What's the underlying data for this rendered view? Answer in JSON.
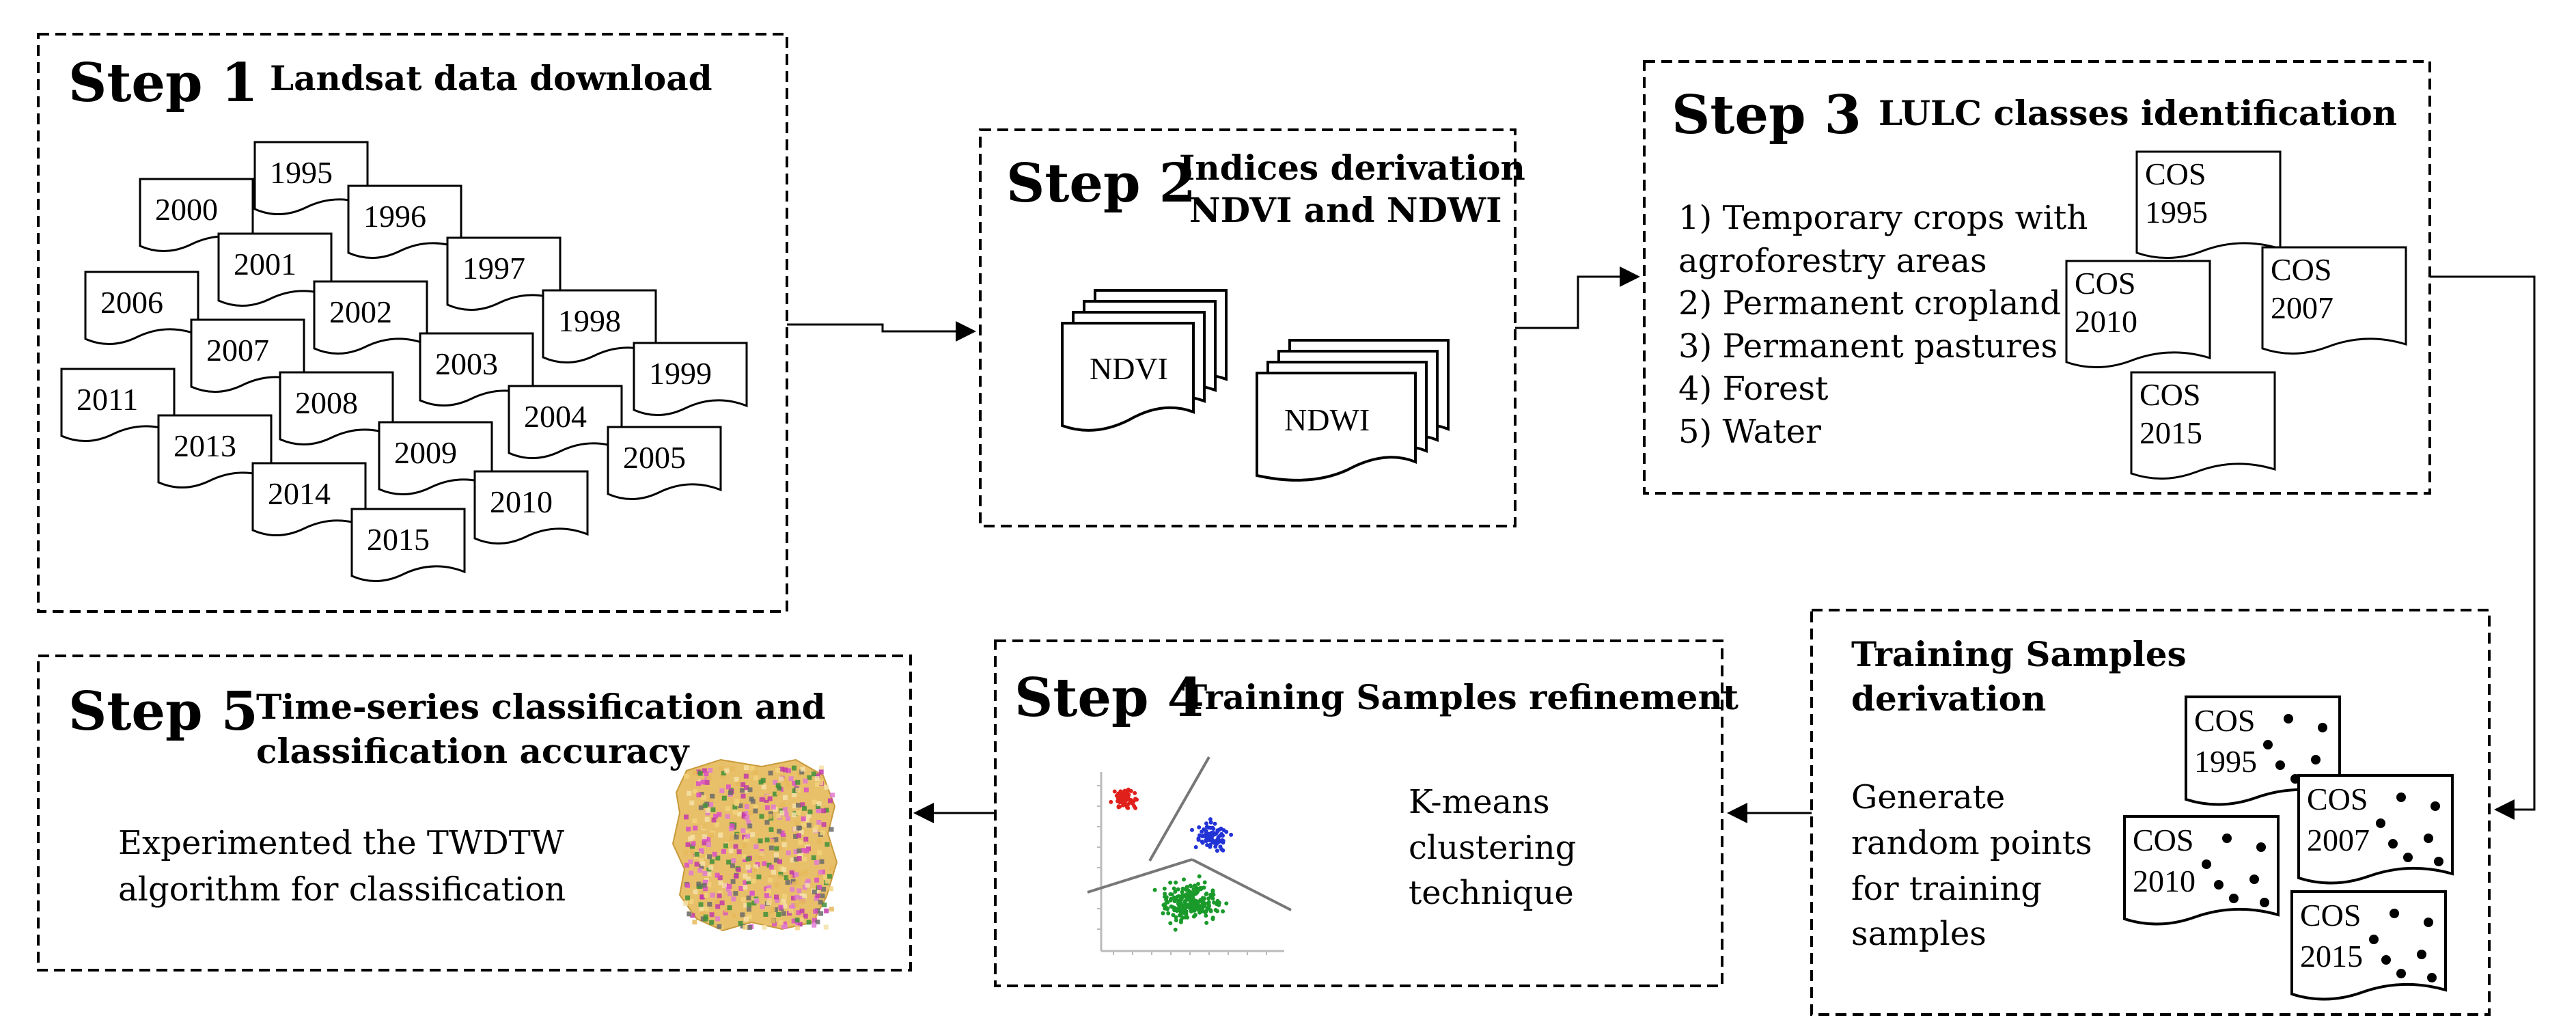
{
  "steps": {
    "step1": {
      "label": "Step 1",
      "title": "Landsat data download",
      "years": [
        "1995",
        "2000",
        "1996",
        "2001",
        "1997",
        "2006",
        "2002",
        "1998",
        "2007",
        "2003",
        "1999",
        "2011",
        "2008",
        "2004",
        "2013",
        "2009",
        "2005",
        "2014",
        "2010",
        "2015"
      ]
    },
    "step2": {
      "label": "Step 2",
      "title_line1": "Indices derivation",
      "title_line2": "NDVI and NDWI",
      "doc1": "NDVI",
      "doc2": "NDWI"
    },
    "step3": {
      "label": "Step 3",
      "title": "LULC classes identification",
      "classes": [
        "1) Temporary crops with",
        "agroforestry areas",
        "2) Permanent cropland",
        "3) Permanent pastures",
        "4) Forest",
        "5) Water"
      ],
      "cos_prefix": "COS",
      "cos_years": [
        "1995",
        "2010",
        "2007",
        "2015"
      ]
    },
    "training": {
      "title_line1": "Training Samples",
      "title_line2": "derivation",
      "text": [
        "Generate",
        "random points",
        "for training",
        "samples"
      ],
      "cos_prefix": "COS",
      "cos_years": [
        "1995",
        "2007",
        "2010",
        "2015"
      ]
    },
    "step4": {
      "label": "Step 4",
      "title": "Training Samples refinement",
      "text": [
        "K-means",
        "clustering",
        "technique"
      ]
    },
    "step5": {
      "label": "Step 5",
      "title_line1": "Time-series classification and",
      "title_line2": "classification accuracy",
      "text": [
        "Experimented the TWDTW",
        "algorithm for classification"
      ]
    }
  }
}
